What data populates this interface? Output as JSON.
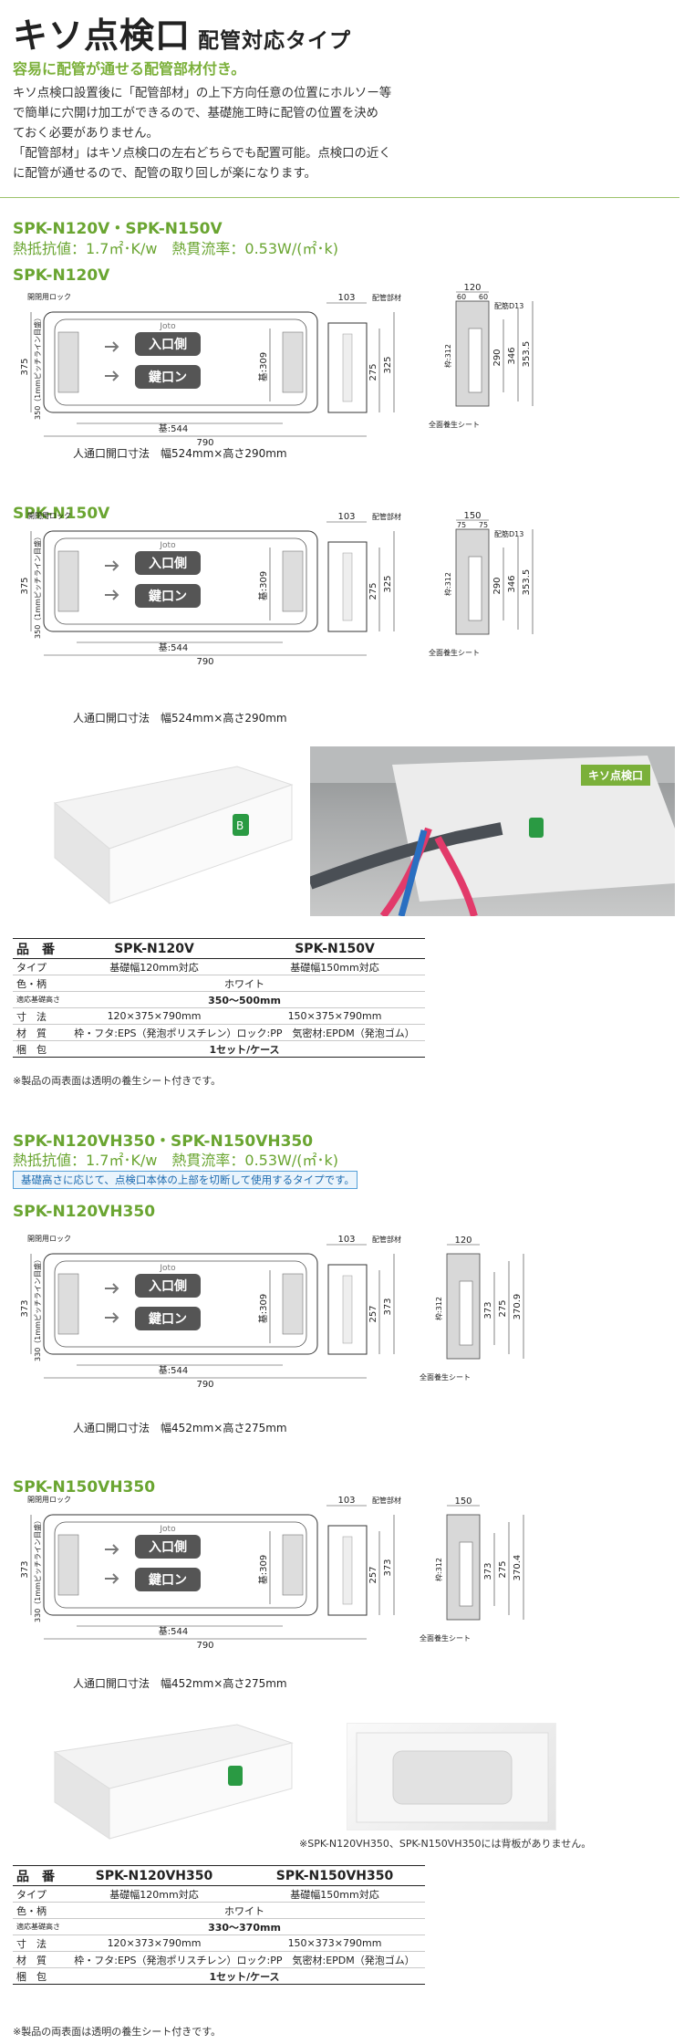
{
  "header": {
    "title": "キソ点検口",
    "subtitle": "配管対応タイプ",
    "lead": "容易に配管が通せる配管部材付き。",
    "intro": [
      "キソ点検口設置後に「配管部材」の上下方向任意の位置にホルソー等",
      "で簡単に穴開け加工ができるので、基礎施工時に配管の位置を決め",
      "ておく必要がありません。",
      "「配管部材」はキソ点検口の左右どちらでも配置可能。点検口の近く",
      "に配管が通せるので、配管の取り回しが楽になります。"
    ]
  },
  "section1": {
    "models": "SPK-N120V・SPK-N150V",
    "thermal": "熱抵抗値：1.7㎡･K/w　熱貫流率：0.53W/(㎡･k)",
    "drawings": [
      {
        "model": "SPK-N120V",
        "caption": "人通口開口寸法　幅524mm×高さ290mm",
        "front": {
          "total_height": "375",
          "range": "350（1mmピッチライン目盛）",
          "lock": "開閉用ロック",
          "member": "配管部材",
          "width_total": "790",
          "width_inner": "基:544",
          "top_offset": "103",
          "h_inner": "基:309",
          "h1": "275",
          "h2": "325"
        },
        "side": {
          "width": "120",
          "split_a": "60",
          "split_b": "60",
          "rebar": "配筋D13",
          "frame": "枠:312",
          "h1": "290",
          "h2": "346",
          "h3": "353.5",
          "sheet": "全面養生シート"
        }
      },
      {
        "model": "SPK-N150V",
        "caption": "人通口開口寸法　幅524mm×高さ290mm",
        "front": {
          "total_height": "375",
          "range": "350（1mmピッチライン目盛）",
          "lock": "開閉用ロック",
          "member": "配管部材",
          "width_total": "790",
          "width_inner": "基:544",
          "top_offset": "103",
          "h_inner": "基:309",
          "h1": "275",
          "h2": "325"
        },
        "side": {
          "width": "150",
          "split_a": "75",
          "split_b": "75",
          "rebar": "配筋D13",
          "frame": "枠:312",
          "h1": "290",
          "h2": "346",
          "h3": "353.5",
          "sheet": "全面養生シート"
        }
      }
    ],
    "photo_badge": "キソ点検口",
    "table": {
      "headers": [
        "品　番",
        "SPK-N120V",
        "SPK-N150V"
      ],
      "rows": [
        [
          "タイプ",
          "基礎幅120mm対応",
          "基礎幅150mm対応"
        ],
        [
          "色・柄",
          "ホワイト",
          ""
        ],
        [
          "適応基礎高さ",
          "350〜500mm",
          ""
        ],
        [
          "寸　法",
          "120×375×790mm",
          "150×375×790mm"
        ],
        [
          "材　質",
          "枠・フタ:EPS（発泡ポリスチレン）ロック:PP　気密材:EPDM（発泡ゴム）",
          ""
        ],
        [
          "梱　包",
          "1セット/ケース",
          ""
        ]
      ],
      "note": "※製品の両表面は透明の養生シート付きです。"
    }
  },
  "section2": {
    "models": "SPK-N120VH350・SPK-N150VH350",
    "thermal": "熱抵抗値：1.7㎡･K/w　熱貫流率：0.53W/(㎡･k)",
    "callout": "基礎高さに応じて、点検口本体の上部を切断して使用するタイプです。",
    "drawings": [
      {
        "model": "SPK-N120VH350",
        "caption": "人通口開口寸法　幅452mm×高さ275mm",
        "front": {
          "total_height": "373",
          "range": "330（1mmピッチライン目盛）",
          "lock": "開閉用ロック",
          "member": "配管部材",
          "width_total": "790",
          "width_inner": "基:544",
          "top_offset": "103",
          "h_inner": "基:309",
          "h1": "257",
          "h2": "373"
        },
        "side": {
          "width": "120",
          "frame": "枠:312",
          "h1": "373",
          "h2": "275",
          "h3": "370.9",
          "sheet": "全面養生シート"
        }
      },
      {
        "model": "SPK-N150VH350",
        "caption": "人通口開口寸法　幅452mm×高さ275mm",
        "front": {
          "total_height": "373",
          "range": "330（1mmピッチライン目盛）",
          "lock": "開閉用ロック",
          "member": "配管部材",
          "width_total": "790",
          "width_inner": "基:544",
          "top_offset": "103",
          "h_inner": "基:309",
          "h1": "257",
          "h2": "373"
        },
        "side": {
          "width": "150",
          "frame": "枠:312",
          "h1": "373",
          "h2": "275",
          "h3": "370.4",
          "sheet": "全面養生シート"
        }
      }
    ],
    "photo_note": "※SPK-N120VH350、SPK-N150VH350には背板がありません。",
    "table": {
      "headers": [
        "品　番",
        "SPK-N120VH350",
        "SPK-N150VH350"
      ],
      "rows": [
        [
          "タイプ",
          "基礎幅120mm対応",
          "基礎幅150mm対応"
        ],
        [
          "色・柄",
          "ホワイト",
          ""
        ],
        [
          "適応基礎高さ",
          "330〜370mm",
          ""
        ],
        [
          "寸　法",
          "120×373×790mm",
          "150×373×790mm"
        ],
        [
          "材　質",
          "枠・フタ:EPS（発泡ポリスチレン）ロック:PP　気密材:EPDM（発泡ゴム）",
          ""
        ],
        [
          "梱　包",
          "1セット/ケース",
          ""
        ]
      ],
      "note": "※製品の両表面は透明の養生シート付きです。"
    }
  },
  "cover_labels": {
    "in": "入口側",
    "out": "鍵口ン",
    "brand": "Joto"
  }
}
